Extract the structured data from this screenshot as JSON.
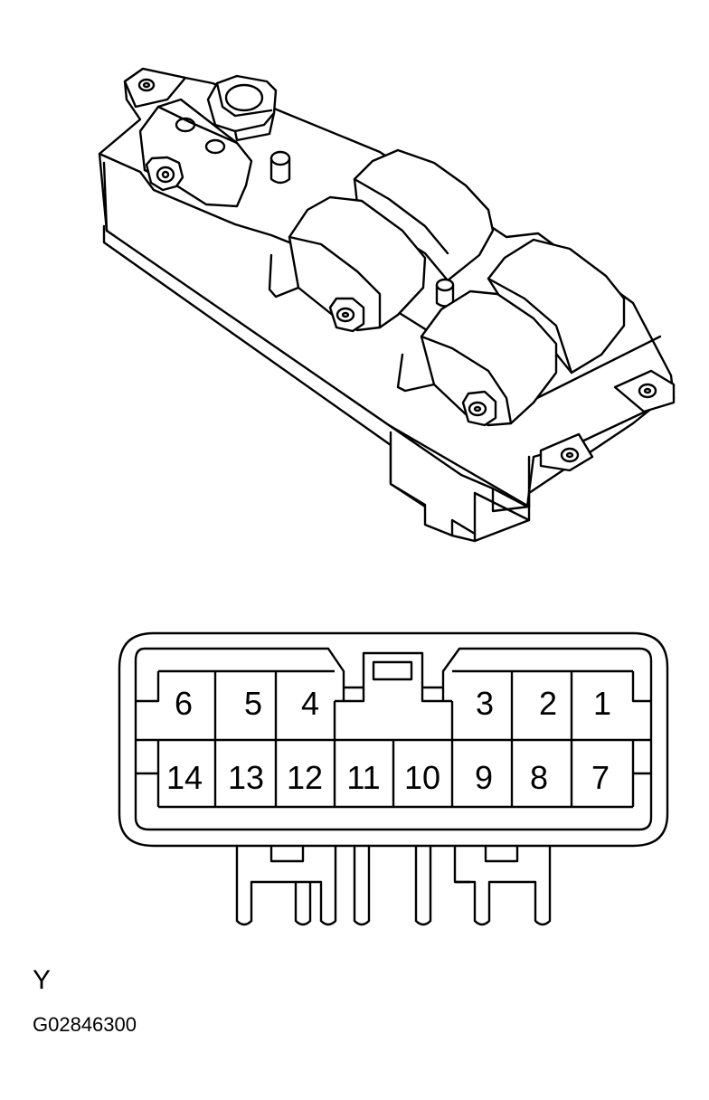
{
  "connector": {
    "view_label": "Y",
    "pins_top_row": [
      "6",
      "5",
      "4",
      "3",
      "2",
      "1"
    ],
    "pins_bottom_row": [
      "14",
      "13",
      "12",
      "11",
      "10",
      "9",
      "8",
      "7"
    ]
  },
  "figure_code": "G02846300"
}
